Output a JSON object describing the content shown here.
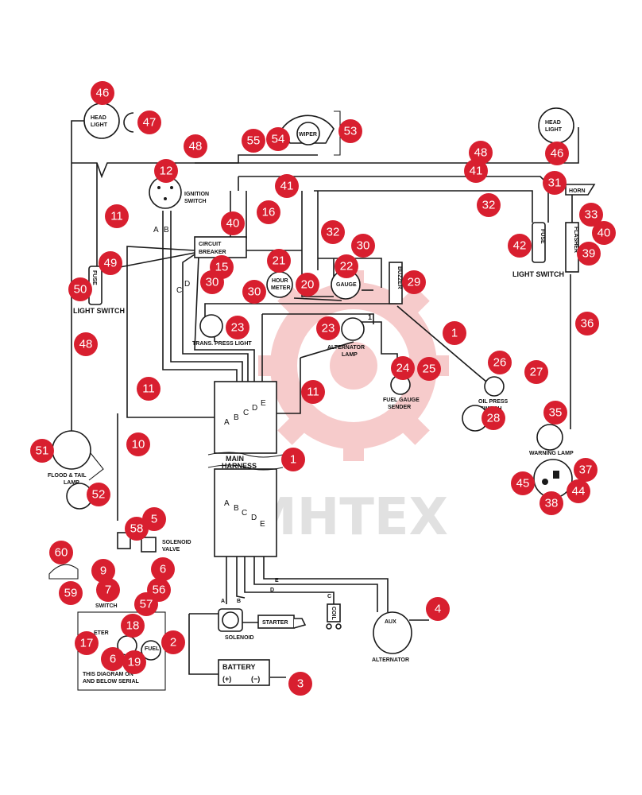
{
  "watermark": "МНТЕХ",
  "labels": {
    "head_light_left": [
      "HEAD",
      "LIGHT"
    ],
    "head_light_right": [
      "HEAD",
      "LIGHT"
    ],
    "wiper": "WIPER",
    "ignition_switch": [
      "IGNITION",
      "SWITCH"
    ],
    "circuit_breaker": [
      "CIRCUIT",
      "BREAKER"
    ],
    "horn": "HORN",
    "fuse": "FUSE",
    "flasher": "FLASHER",
    "light_switch_right": "LIGHT SWITCH",
    "light_switch_left": "LIGHT SWITCH",
    "hour_meter": [
      "HOUR",
      "METER"
    ],
    "gauge": "GAUGE",
    "buzzer": "BUZZER",
    "trans_press_light": "TRANS. PRESS LIGHT",
    "alternator_lamp": [
      "ALTERNATOR",
      "LAMP"
    ],
    "fuel_gauge_sender": [
      "FUEL GAUGE",
      "SENDER"
    ],
    "oil_press_switch": [
      "OIL PRESS",
      "SWITCH"
    ],
    "warning_lamp": "WARNING LAMP",
    "main_harness": [
      "MAIN",
      "HARNESS"
    ],
    "flood_tail_lamp": [
      "FLOOD & TAIL",
      "LAMP"
    ],
    "solenoid_valve": [
      "SOLENOID",
      "VALVE"
    ],
    "switch": "SWITCH",
    "solenoid": "SOLENOID",
    "starter": "STARTER",
    "coil": "COIL",
    "alternator": "ALTERNATOR",
    "aux": "AUX",
    "battery": "BATTERY",
    "battery_plus": "(+)",
    "battery_minus": "(−)",
    "meter": "ETER",
    "fuel": "FUEL",
    "note_line1": "THIS DIAGRAM   ON",
    "note_line2": "AND BELOW SERIAL",
    "pin_one": "1",
    "harness_letters": [
      "A",
      "B",
      "C",
      "D",
      "E"
    ],
    "wire_letters_upper": [
      "A",
      "B"
    ],
    "wire_letters_mid": [
      "C",
      "D"
    ]
  },
  "callouts": [
    {
      "n": "46"
    },
    {
      "n": "47"
    },
    {
      "n": "48"
    },
    {
      "n": "12"
    },
    {
      "n": "11"
    },
    {
      "n": "55"
    },
    {
      "n": "54"
    },
    {
      "n": "53"
    },
    {
      "n": "41"
    },
    {
      "n": "16"
    },
    {
      "n": "40"
    },
    {
      "n": "48"
    },
    {
      "n": "46"
    },
    {
      "n": "41"
    },
    {
      "n": "31"
    },
    {
      "n": "33"
    },
    {
      "n": "32"
    },
    {
      "n": "40"
    },
    {
      "n": "42"
    },
    {
      "n": "39"
    },
    {
      "n": "32"
    },
    {
      "n": "30"
    },
    {
      "n": "49"
    },
    {
      "n": "15"
    },
    {
      "n": "30"
    },
    {
      "n": "21"
    },
    {
      "n": "22"
    },
    {
      "n": "29"
    },
    {
      "n": "50"
    },
    {
      "n": "30"
    },
    {
      "n": "20"
    },
    {
      "n": "23"
    },
    {
      "n": "23"
    },
    {
      "n": "1"
    },
    {
      "n": "36"
    },
    {
      "n": "48"
    },
    {
      "n": "26"
    },
    {
      "n": "27"
    },
    {
      "n": "24"
    },
    {
      "n": "25"
    },
    {
      "n": "11"
    },
    {
      "n": "11"
    },
    {
      "n": "28"
    },
    {
      "n": "35"
    },
    {
      "n": "10"
    },
    {
      "n": "51"
    },
    {
      "n": "1"
    },
    {
      "n": "37"
    },
    {
      "n": "45"
    },
    {
      "n": "44"
    },
    {
      "n": "38"
    },
    {
      "n": "52"
    },
    {
      "n": "5"
    },
    {
      "n": "58"
    },
    {
      "n": "60"
    },
    {
      "n": "9"
    },
    {
      "n": "6"
    },
    {
      "n": "7"
    },
    {
      "n": "56"
    },
    {
      "n": "59"
    },
    {
      "n": "57"
    },
    {
      "n": "4"
    },
    {
      "n": "18"
    },
    {
      "n": "17"
    },
    {
      "n": "2"
    },
    {
      "n": "6"
    },
    {
      "n": "19"
    },
    {
      "n": "3"
    }
  ]
}
